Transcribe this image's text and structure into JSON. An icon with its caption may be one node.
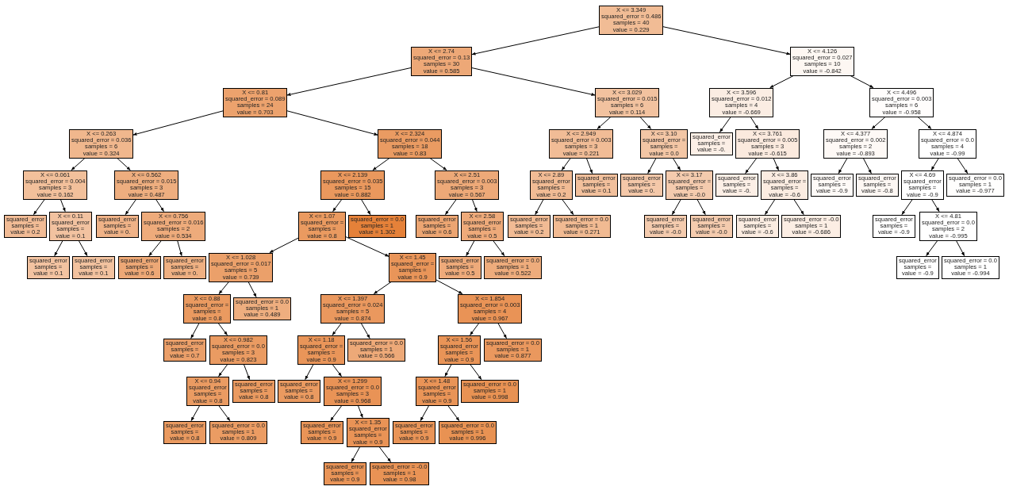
{
  "diagram": {
    "nodes": [
      {
        "text": [
          "X <= 3.349",
          "squared_error = 0.486",
          "samples = 40",
          "value = 0.229"
        ]
      },
      {
        "text": [
          "X <= 2.74",
          "squared_error = 0.13",
          "samples = 30",
          "value = 0.585"
        ]
      },
      {
        "text": [
          "X <= 4.126",
          "squared_error = 0.027",
          "samples = 10",
          "value = -0.842"
        ]
      },
      {
        "text": [
          "X <= 0.81",
          "squared_error = 0.089",
          "samples = 24",
          "value = 0.703"
        ]
      },
      {
        "text": [
          "X <= 3.029",
          "squared_error = 0.015",
          "samples = 6",
          "value = 0.114"
        ]
      },
      {
        "text": [
          "X <= 3.596",
          "squared_error = 0.012",
          "samples = 4",
          "value = -0.669"
        ]
      },
      {
        "text": [
          "X <= 4.496",
          "squared_error = 0.003",
          "samples = 6",
          "value = -0.958"
        ]
      },
      {
        "text": [
          "X <= 0.263",
          "squared_error = 0.036",
          "samples = 6",
          "value = 0.324"
        ]
      },
      {
        "text": [
          "X <= 2.324",
          "squared_error = 0.044",
          "samples = 18",
          "value = 0.83"
        ]
      },
      {
        "text": [
          "X <= 2.949",
          "squared_error = 0.003",
          "samples = 3",
          "value = 0.221"
        ]
      },
      {
        "text": [
          "X <= 3.10",
          "squared_error =",
          "samples =",
          "value = 0.0"
        ]
      },
      {
        "text": [
          "squared_error",
          "samples =",
          "value = -0."
        ]
      },
      {
        "text": [
          "X <= 3.761",
          "squared_error = 0.005",
          "samples = 3",
          "value = -0.615"
        ]
      },
      {
        "text": [
          "X <= 4.377",
          "squared_error = 0.002",
          "samples = 2",
          "value = -0.893"
        ]
      },
      {
        "text": [
          "X <= 4.874",
          "squared_error = 0.0",
          "samples = 4",
          "value = -0.99"
        ]
      },
      {
        "text": [
          "X <= 0.061",
          "squared_error = 0.004",
          "samples = 3",
          "value = 0.162"
        ]
      },
      {
        "text": [
          "X <= 0.562",
          "squared_error = 0.015",
          "samples = 3",
          "value = 0.487"
        ]
      },
      {
        "text": [
          "X <= 2.139",
          "squared_error = 0.035",
          "samples = 15",
          "value = 0.882"
        ]
      },
      {
        "text": [
          "X <= 2.51",
          "squared_error = 0.003",
          "samples = 3",
          "value = 0.567"
        ]
      },
      {
        "text": [
          "X <= 2.89",
          "squared_error",
          "samples =",
          "value = 0.2"
        ]
      },
      {
        "text": [
          "squared_error",
          "samples =",
          "value = 0.1"
        ]
      },
      {
        "text": [
          "squared_error",
          "samples =",
          "value = 0."
        ]
      },
      {
        "text": [
          "X <= 3.17",
          "squared_error =",
          "samples =",
          "value = -0.0"
        ]
      },
      {
        "text": [
          "squared_error",
          "samples =",
          "value = -0."
        ]
      },
      {
        "text": [
          "X <= 3.86",
          "squared_error =",
          "samples =",
          "value = -0.6"
        ]
      },
      {
        "text": [
          "squared_error",
          "samples =",
          "value = -0.9"
        ]
      },
      {
        "text": [
          "squared_error",
          "samples =",
          "value = -0.8"
        ]
      },
      {
        "text": [
          "X <= 4.69",
          "squared_error",
          "samples =",
          "value = -0.9"
        ]
      },
      {
        "text": [
          "squared_error = 0.0",
          "samples = 1",
          "value = -0.977"
        ]
      },
      {
        "text": [
          "squared_error",
          "samples =",
          "value = 0.2"
        ]
      },
      {
        "text": [
          "X <= 0.11",
          "squared_error",
          "samples =",
          "value = 0.1"
        ]
      },
      {
        "text": [
          "squared_error",
          "samples =",
          "value = 0."
        ]
      },
      {
        "text": [
          "X <= 0.756",
          "squared_error = 0.016",
          "samples = 2",
          "value = 0.534"
        ]
      },
      {
        "text": [
          "X <= 1.07",
          "squared_error =",
          "samples =",
          "value = 0.8"
        ]
      },
      {
        "text": [
          "squared_error = 0.0",
          "samples = 1",
          "value = 1.302"
        ]
      },
      {
        "text": [
          "squared_error",
          "samples =",
          "value = 0.6"
        ]
      },
      {
        "text": [
          "X <= 2.58",
          "squared_error",
          "samples =",
          "value = 0.5"
        ]
      },
      {
        "text": [
          "squared_error",
          "samples =",
          "value = 0.2"
        ]
      },
      {
        "text": [
          "squared_error = 0.0",
          "samples = 1",
          "value = 0.271"
        ]
      },
      {
        "text": [
          "squared_error",
          "samples =",
          "value = -0.0"
        ]
      },
      {
        "text": [
          "squared_error",
          "samples =",
          "value = -0.0"
        ]
      },
      {
        "text": [
          "squared_error",
          "samples =",
          "value = -0.6"
        ]
      },
      {
        "text": [
          "squared_error = -0.0",
          "samples = 1",
          "value = -0.686"
        ]
      },
      {
        "text": [
          "squared_error",
          "samples =",
          "value = -0.9"
        ]
      },
      {
        "text": [
          "X <= 4.81",
          "squared_error = 0.0",
          "samples = 2",
          "value = -0.995"
        ]
      },
      {
        "text": [
          "squared_error",
          "samples =",
          "value = 0.1"
        ]
      },
      {
        "text": [
          "squared_error",
          "samples =",
          "value = 0.1"
        ]
      },
      {
        "text": [
          "squared_error",
          "samples =",
          "value = 0.6"
        ]
      },
      {
        "text": [
          "squared_error",
          "samples =",
          "value = 0."
        ]
      },
      {
        "text": [
          "X <= 1.028",
          "squared_error = 0.017",
          "samples = 5",
          "value = 0.739"
        ]
      },
      {
        "text": [
          "X <= 1.45",
          "squared_error =",
          "samples =",
          "value = 0.9"
        ]
      },
      {
        "text": [
          "squared_error",
          "samples =",
          "value = 0.5"
        ]
      },
      {
        "text": [
          "squared_error = 0.0",
          "samples = 1",
          "value = 0.522"
        ]
      },
      {
        "text": [
          "squared_error",
          "samples =",
          "value = -0.9"
        ]
      },
      {
        "text": [
          "squared_error = 0.0",
          "samples = 1",
          "value = -0.994"
        ]
      },
      {
        "text": [
          "X <= 0.88",
          "squared_error =",
          "samples =",
          "value = 0.8"
        ]
      },
      {
        "text": [
          "squared_error = 0.0",
          "samples = 1",
          "value = 0.489"
        ]
      },
      {
        "text": [
          "X <= 1.397",
          "squared_error = 0.024",
          "samples = 5",
          "value = 0.874"
        ]
      },
      {
        "text": [
          "X <= 1.854",
          "squared_error = 0.003",
          "samples = 4",
          "value = 0.967"
        ]
      },
      {
        "text": [
          "squared_error",
          "samples =",
          "value = 0.7"
        ]
      },
      {
        "text": [
          "X <= 0.982",
          "squared_error = 0.0",
          "samples = 3",
          "value = 0.823"
        ]
      },
      {
        "text": [
          "X <= 1.18",
          "squared_error =",
          "samples =",
          "value = 0.9"
        ]
      },
      {
        "text": [
          "squared_error = 0.0",
          "samples = 1",
          "value = 0.566"
        ]
      },
      {
        "text": [
          "X <= 1.56",
          "squared_error",
          "samples =",
          "value = 0.9"
        ]
      },
      {
        "text": [
          "squared_error = 0.0",
          "samples = 1",
          "value = 0.877"
        ]
      },
      {
        "text": [
          "X <= 0.94",
          "squared_error",
          "samples =",
          "value = 0.8"
        ]
      },
      {
        "text": [
          "squared_error",
          "samples =",
          "value = 0.8"
        ]
      },
      {
        "text": [
          "squared_error",
          "samples =",
          "value = 0.8"
        ]
      },
      {
        "text": [
          "X <= 1.299",
          "squared_error = 0.0",
          "samples = 3",
          "value = 0.968"
        ]
      },
      {
        "text": [
          "X <= 1.48",
          "squared_error",
          "samples =",
          "value = 0.9"
        ]
      },
      {
        "text": [
          "squared_error = 0.0",
          "samples = 1",
          "value = 0.998"
        ]
      },
      {
        "text": [
          "squared_error",
          "samples =",
          "value = 0.8"
        ]
      },
      {
        "text": [
          "squared_error = 0.0",
          "samples = 1",
          "value = 0.809"
        ]
      },
      {
        "text": [
          "squared_error",
          "samples =",
          "value = 0.9"
        ]
      },
      {
        "text": [
          "X <= 1.35",
          "squared_error",
          "samples =",
          "value = 0.9"
        ]
      },
      {
        "text": [
          "squared_error",
          "samples =",
          "value = 0.9"
        ]
      },
      {
        "text": [
          "squared_error = 0.0",
          "samples = 1",
          "value = 0.996"
        ]
      },
      {
        "text": [
          "squared_error",
          "samples =",
          "value = 0.9"
        ]
      },
      {
        "text": [
          "squared_error = -0.0",
          "samples = 1",
          "value = 0.98"
        ]
      }
    ],
    "edges": [
      {
        "from": 0,
        "to": 1,
        "arrow": "to"
      },
      {
        "from": 0,
        "to": 2,
        "arrow": "to"
      },
      {
        "from": 1,
        "to": 3,
        "arrow": "to"
      },
      {
        "from": 1,
        "to": 4,
        "arrow": "to"
      },
      {
        "from": 2,
        "to": 5,
        "arrow": "to"
      },
      {
        "from": 2,
        "to": 6,
        "arrow": "to"
      },
      {
        "from": 3,
        "to": 7,
        "arrow": "to"
      },
      {
        "from": 3,
        "to": 8,
        "arrow": "to"
      },
      {
        "from": 4,
        "to": 9,
        "arrow": "to"
      },
      {
        "from": 4,
        "to": 10,
        "arrow": "to"
      },
      {
        "from": 5,
        "to": 11,
        "arrow": "to"
      },
      {
        "from": 5,
        "to": 12,
        "arrow": "to"
      },
      {
        "from": 6,
        "to": 13,
        "arrow": "to"
      },
      {
        "from": 6,
        "to": 14,
        "arrow": "to"
      },
      {
        "from": 7,
        "to": 15,
        "arrow": "to"
      },
      {
        "from": 7,
        "to": 16,
        "arrow": "to"
      },
      {
        "from": 8,
        "to": 17,
        "arrow": "to"
      },
      {
        "from": 8,
        "to": 18,
        "arrow": "to"
      },
      {
        "from": 9,
        "to": 19,
        "arrow": "to"
      },
      {
        "from": 9,
        "to": 20,
        "arrow": "to"
      },
      {
        "from": 10,
        "to": 21,
        "arrow": "to"
      },
      {
        "from": 10,
        "to": 22,
        "arrow": "to"
      },
      {
        "from": 12,
        "to": 23,
        "arrow": "to"
      },
      {
        "from": 12,
        "to": 24,
        "arrow": "to"
      },
      {
        "from": 13,
        "to": 25,
        "arrow": "to"
      },
      {
        "from": 13,
        "to": 26,
        "arrow": "to"
      },
      {
        "from": 14,
        "to": 27,
        "arrow": "to"
      },
      {
        "from": 14,
        "to": 28,
        "arrow": "to"
      },
      {
        "from": 15,
        "to": 29,
        "arrow": "to"
      },
      {
        "from": 15,
        "to": 30,
        "arrow": "to"
      },
      {
        "from": 16,
        "to": 31,
        "arrow": "to"
      },
      {
        "from": 16,
        "to": 32,
        "arrow": "to"
      },
      {
        "from": 17,
        "to": 33,
        "arrow": "to"
      },
      {
        "from": 17,
        "to": 34,
        "arrow": "to"
      },
      {
        "from": 18,
        "to": 35,
        "arrow": "to"
      },
      {
        "from": 18,
        "to": 36,
        "arrow": "to"
      },
      {
        "from": 19,
        "to": 37,
        "arrow": "to"
      },
      {
        "from": 19,
        "to": 38,
        "arrow": "to"
      },
      {
        "from": 22,
        "to": 39,
        "arrow": "to"
      },
      {
        "from": 22,
        "to": 40,
        "arrow": "to"
      },
      {
        "from": 24,
        "to": 41,
        "arrow": "to"
      },
      {
        "from": 24,
        "to": 42,
        "arrow": "to"
      },
      {
        "from": 27,
        "to": 43,
        "arrow": "to"
      },
      {
        "from": 27,
        "to": 44,
        "arrow": "to"
      },
      {
        "from": 30,
        "to": 45,
        "arrow": "to"
      },
      {
        "from": 30,
        "to": 46,
        "arrow": "to"
      },
      {
        "from": 32,
        "to": 47,
        "arrow": "to"
      },
      {
        "from": 32,
        "to": 48,
        "arrow": "to"
      },
      {
        "from": 33,
        "to": 49,
        "arrow": "to"
      },
      {
        "from": 33,
        "to": 50,
        "arrow": "to"
      },
      {
        "from": 36,
        "to": 51,
        "arrow": "to"
      },
      {
        "from": 36,
        "to": 52,
        "arrow": "to"
      },
      {
        "from": 44,
        "to": 53,
        "arrow": "to"
      },
      {
        "from": 44,
        "to": 54,
        "arrow": "to"
      },
      {
        "from": 49,
        "to": 55,
        "arrow": "to"
      },
      {
        "from": 49,
        "to": 56,
        "arrow": "to"
      },
      {
        "from": 50,
        "to": 57,
        "arrow": "to"
      },
      {
        "from": 50,
        "to": 58,
        "arrow": "to"
      },
      {
        "from": 55,
        "to": 59,
        "arrow": "to"
      },
      {
        "from": 55,
        "to": 60,
        "arrow": "to"
      },
      {
        "from": 57,
        "to": 61,
        "arrow": "to"
      },
      {
        "from": 57,
        "to": 62,
        "arrow": "to"
      },
      {
        "from": 58,
        "to": 63,
        "arrow": "to"
      },
      {
        "from": 58,
        "to": 64,
        "arrow": "to"
      },
      {
        "from": 60,
        "to": 65,
        "arrow": "to"
      },
      {
        "from": 60,
        "to": 66,
        "arrow": "to"
      },
      {
        "from": 61,
        "to": 67,
        "arrow": "to"
      },
      {
        "from": 61,
        "to": 68,
        "arrow": "to"
      },
      {
        "from": 63,
        "to": 69,
        "arrow": "to"
      },
      {
        "from": 63,
        "to": 70,
        "arrow": "to"
      },
      {
        "from": 65,
        "to": 71,
        "arrow": "to"
      },
      {
        "from": 65,
        "to": 72,
        "arrow": "to"
      },
      {
        "from": 68,
        "to": 73,
        "arrow": "to"
      },
      {
        "from": 68,
        "to": 74,
        "arrow": "to"
      },
      {
        "from": 69,
        "to": 75,
        "arrow": "to"
      },
      {
        "from": 69,
        "to": 76,
        "arrow": "to"
      },
      {
        "from": 74,
        "to": 77,
        "arrow": "to"
      },
      {
        "from": 74,
        "to": 78,
        "arrow": "to"
      }
    ]
  }
}
